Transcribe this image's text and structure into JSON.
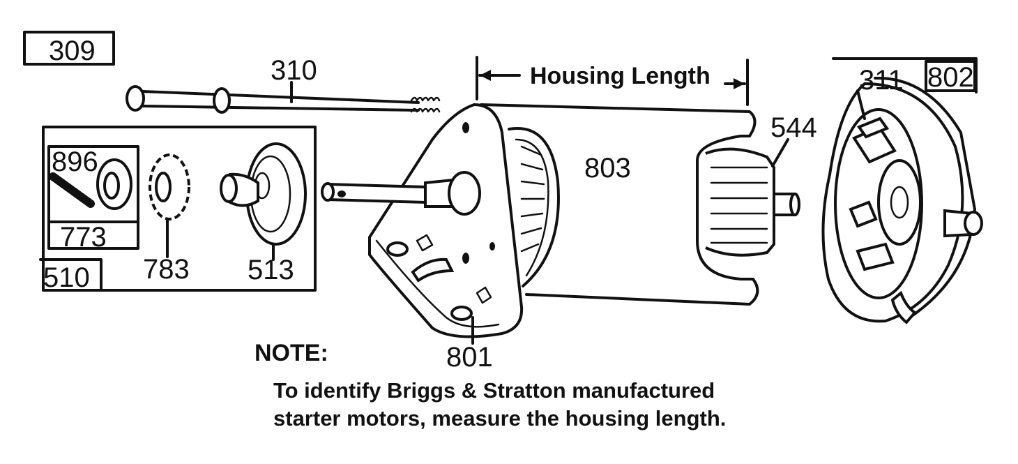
{
  "labels": {
    "p309": "309",
    "p310": "310",
    "p311": "311",
    "p510": "510",
    "p513": "513",
    "p544": "544",
    "p773": "773",
    "p783": "783",
    "p801": "801",
    "p802": "802",
    "p803": "803",
    "p896": "896"
  },
  "dimension": {
    "housing_length": "Housing Length"
  },
  "note": {
    "heading": "NOTE:",
    "line1": "To identify Briggs & Stratton manufactured",
    "line2": "starter motors, measure the housing length."
  }
}
